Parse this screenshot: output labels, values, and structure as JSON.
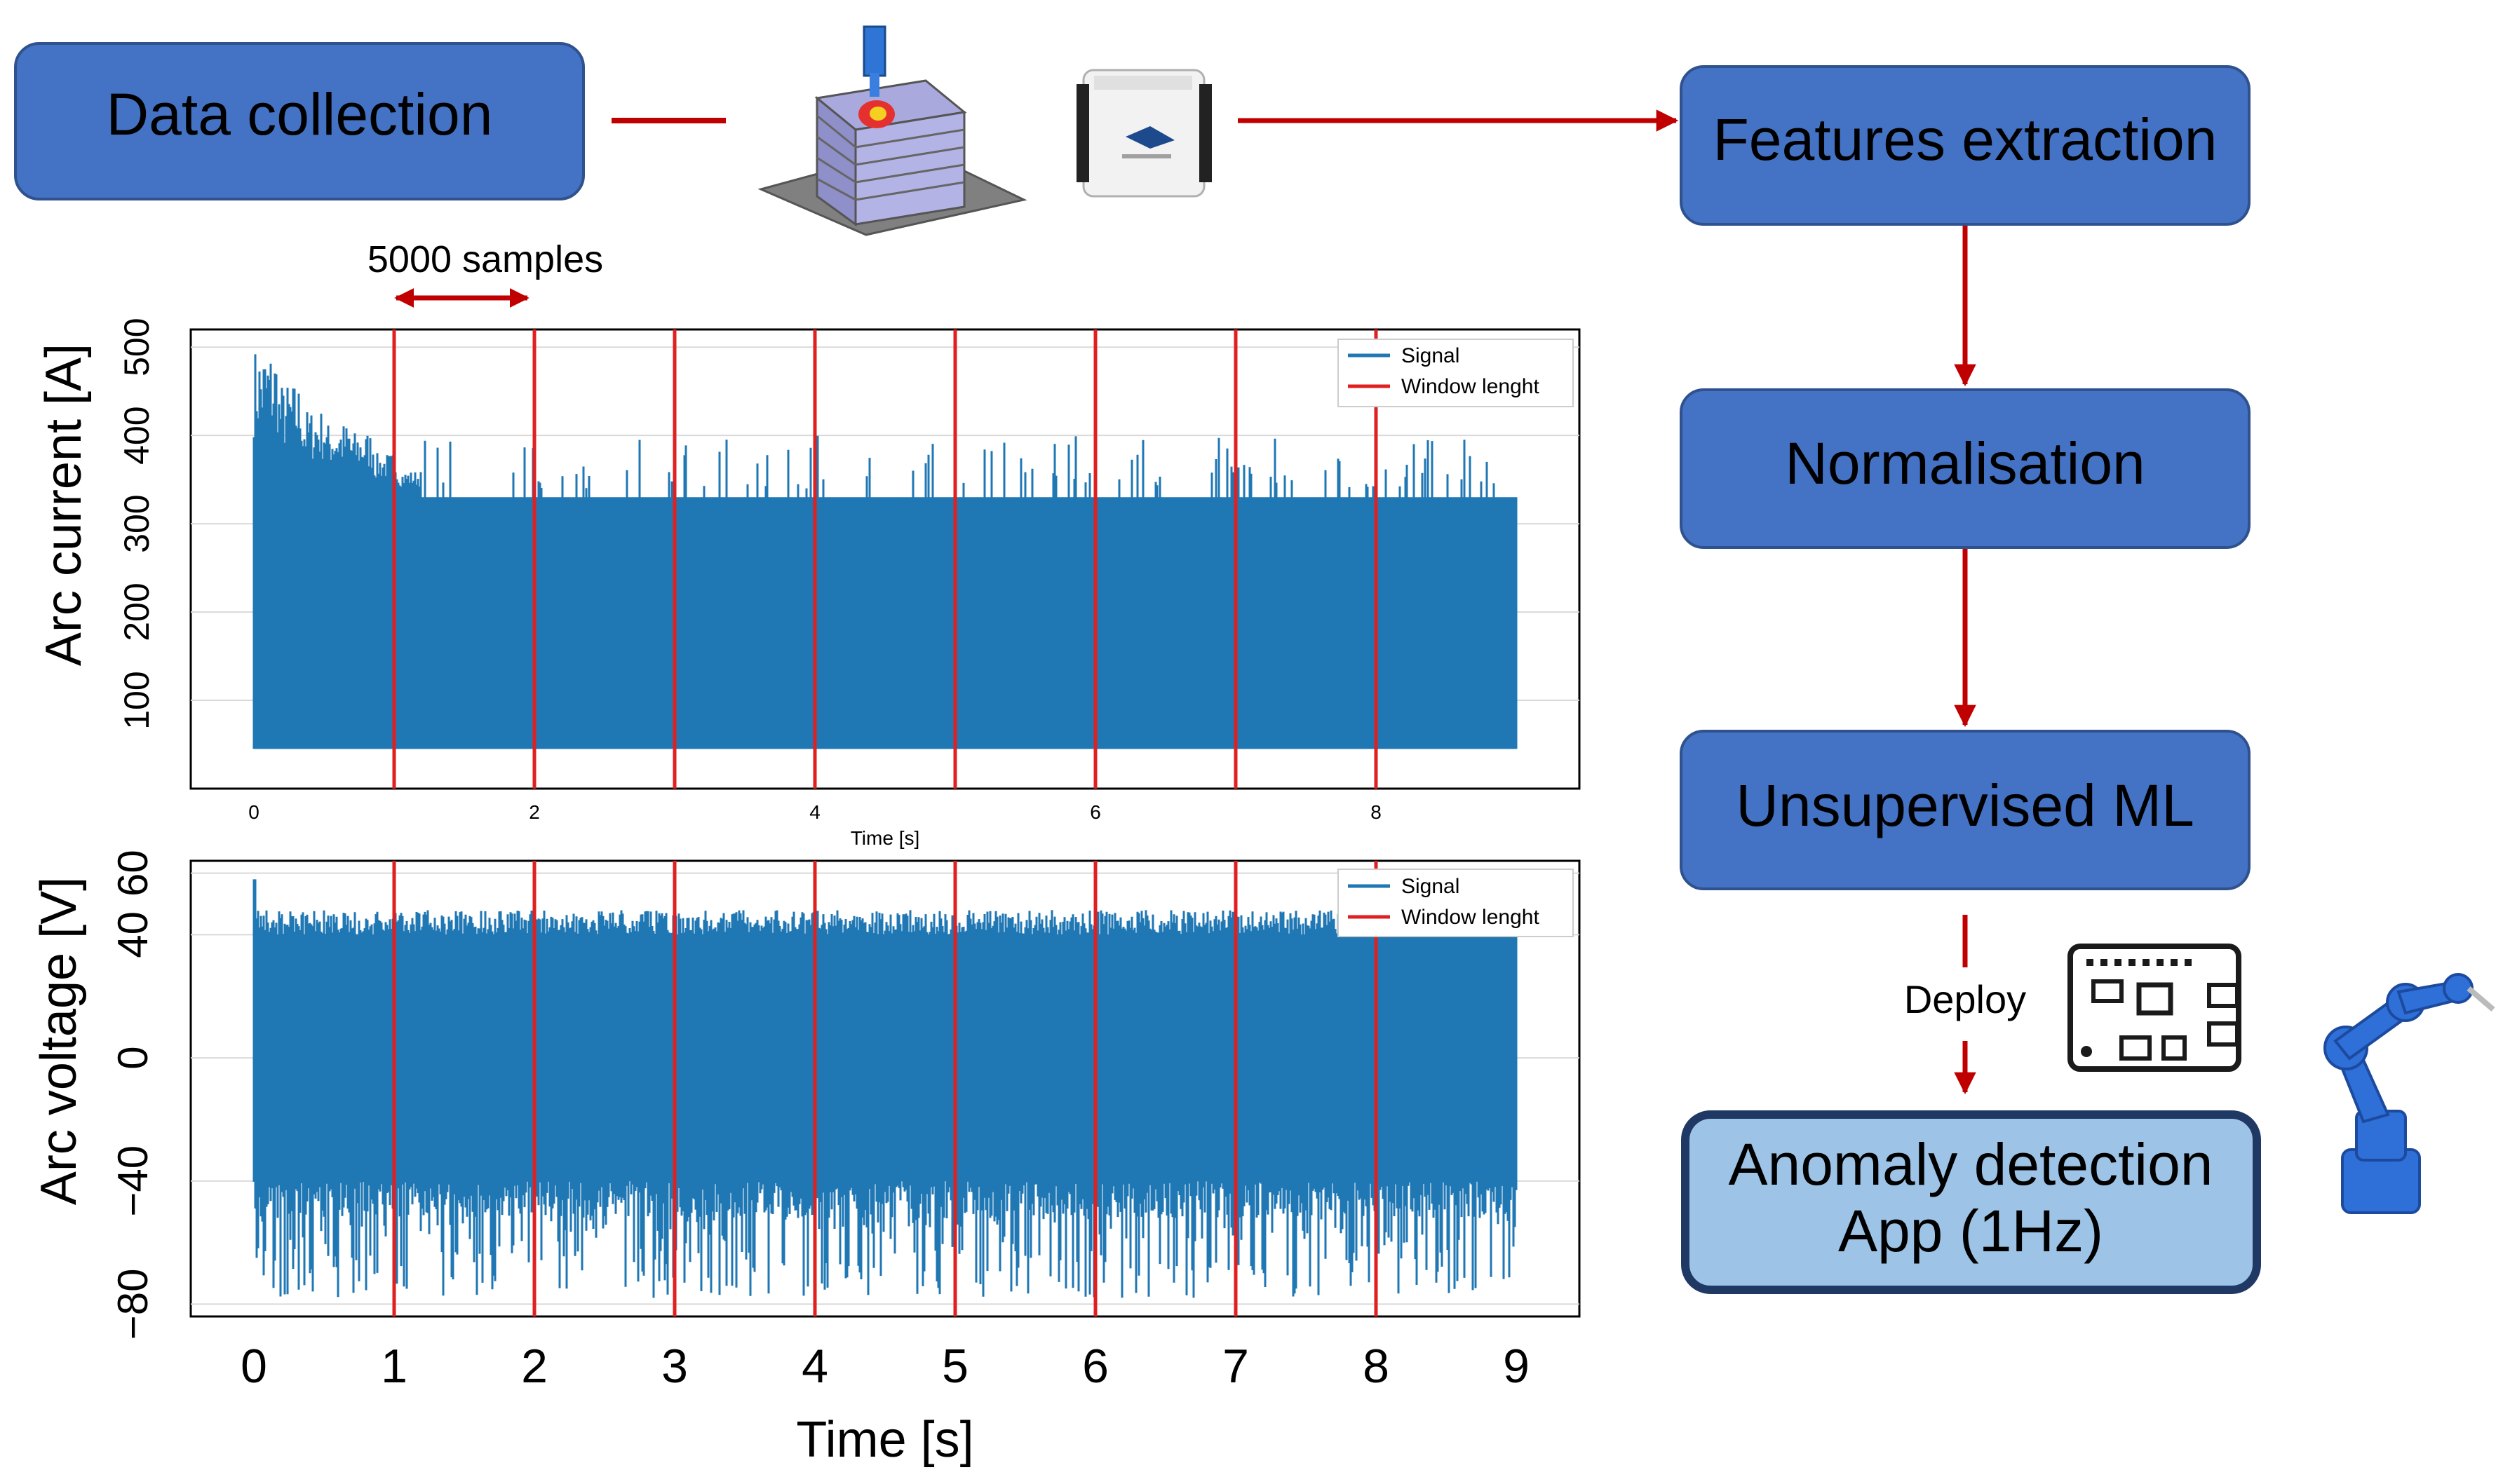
{
  "flow": {
    "data_collection": "Data collection",
    "features_extraction": "Features extraction",
    "normalisation": "Normalisation",
    "unsupervised_ml": "Unsupervised ML",
    "deploy": "Deploy",
    "anomaly_line1": "Anomaly detection",
    "anomaly_line2": "App (1Hz)",
    "window_annotation": "5000 samples"
  },
  "colors": {
    "box_fill": "#4472c4",
    "box_stroke": "#2f528f",
    "app_fill": "#9dc3e6",
    "app_stroke": "#1f3864",
    "arrow": "#c00000",
    "signal": "#1f77b4",
    "window_line": "#e02020"
  },
  "icons": [
    "welding-torch-icon",
    "daq-device-icon",
    "raspberry-pi-icon",
    "robot-arm-icon"
  ],
  "chart_data": [
    {
      "type": "line",
      "title": "",
      "xlabel": "Time [s]",
      "ylabel": "Arc current [A]",
      "xlim": [
        -0.45,
        9.45
      ],
      "ylim": [
        0,
        520
      ],
      "xticks": [
        0,
        2,
        4,
        6,
        8
      ],
      "yticks": [
        100,
        200,
        300,
        400,
        500
      ],
      "grid": true,
      "legend_position": "top-right",
      "series": [
        {
          "name": "Signal",
          "x_range": [
            0,
            9
          ],
          "lower": 45,
          "upper_steady": 330,
          "upper_startup": [
            500,
            460,
            430,
            415,
            405,
            380,
            360
          ]
        },
        {
          "name": "Window lenght",
          "x": [
            1,
            2,
            3,
            4,
            5,
            6,
            7,
            8
          ]
        }
      ]
    },
    {
      "type": "line",
      "title": "",
      "xlabel": "Time [s]",
      "ylabel": "Arc voltage [V]",
      "xlim": [
        -0.45,
        9.45
      ],
      "ylim": [
        -84,
        64
      ],
      "xticks": [
        0,
        1,
        2,
        3,
        4,
        5,
        6,
        7,
        8,
        9
      ],
      "yticks": [
        -80,
        -40,
        0,
        40,
        60
      ],
      "grid": true,
      "legend_position": "top-right",
      "series": [
        {
          "name": "Signal",
          "x_range": [
            0,
            9
          ],
          "upper": 44,
          "lower_typical": -50,
          "lower_spikes_min": -78
        },
        {
          "name": "Window lenght",
          "x": [
            1,
            2,
            3,
            4,
            5,
            6,
            7,
            8
          ]
        }
      ]
    }
  ]
}
